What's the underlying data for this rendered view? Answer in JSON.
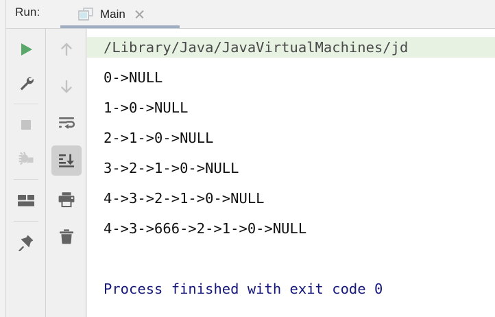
{
  "window": {
    "run_label": "Run:",
    "accent_underline": "#9fadc2",
    "console_bg": "#ffffff",
    "toolbar_bg": "#f0f0f0"
  },
  "tab": {
    "label": "Main",
    "icon": "window-icon",
    "close_icon": "close-icon",
    "active": true
  },
  "toolbar_primary": {
    "buttons": [
      {
        "name": "rerun-button",
        "icon": "play-icon",
        "state": "enabled",
        "color": "#59a869"
      },
      {
        "name": "settings-button",
        "icon": "wrench-icon",
        "state": "enabled",
        "color": "#6e6e6e"
      },
      {
        "name": "stop-button",
        "icon": "stop-icon",
        "state": "disabled",
        "color": "#c4c4c4"
      },
      {
        "name": "debug-button",
        "icon": "bug-icon",
        "state": "disabled",
        "color": "#c9c9c9"
      },
      {
        "name": "layout-button",
        "icon": "tiles-icon",
        "state": "enabled",
        "color": "#6e6e6e"
      },
      {
        "name": "pin-button",
        "icon": "pin-icon",
        "state": "enabled",
        "color": "#6e6e6e"
      }
    ]
  },
  "toolbar_secondary": {
    "buttons": [
      {
        "name": "scroll-up-button",
        "icon": "arrow-up-icon",
        "state": "disabled",
        "color": "#c2c2c2"
      },
      {
        "name": "scroll-down-button",
        "icon": "arrow-down-icon",
        "state": "disabled",
        "color": "#c2c2c2"
      },
      {
        "name": "soft-wrap-button",
        "icon": "soft-wrap-icon",
        "state": "enabled",
        "color": "#6e6e6e"
      },
      {
        "name": "scroll-to-end-button",
        "icon": "scroll-to-end-icon",
        "state": "active",
        "color": "#4f4f4f"
      },
      {
        "name": "print-button",
        "icon": "printer-icon",
        "state": "enabled",
        "color": "#6e6e6e"
      },
      {
        "name": "clear-all-button",
        "icon": "trash-icon",
        "state": "enabled",
        "color": "#6e6e6e"
      }
    ]
  },
  "console": {
    "lines": [
      {
        "text": "/Library/Java/JavaVirtualMachines/jd",
        "kind": "command",
        "highlight": "#e7f2e3",
        "color": "#4a4a4a"
      },
      {
        "text": "0->NULL",
        "kind": "stdout",
        "color": "#111111"
      },
      {
        "text": "1->0->NULL",
        "kind": "stdout",
        "color": "#111111"
      },
      {
        "text": "2->1->0->NULL",
        "kind": "stdout",
        "color": "#111111"
      },
      {
        "text": "3->2->1->0->NULL",
        "kind": "stdout",
        "color": "#111111"
      },
      {
        "text": "4->3->2->1->0->NULL",
        "kind": "stdout",
        "color": "#111111"
      },
      {
        "text": "4->3->666->2->1->0->NULL",
        "kind": "stdout",
        "color": "#111111"
      },
      {
        "text": "",
        "kind": "blank",
        "color": "#111111"
      },
      {
        "text": "Process finished with exit code 0",
        "kind": "finished",
        "color": "#16197a"
      }
    ]
  }
}
